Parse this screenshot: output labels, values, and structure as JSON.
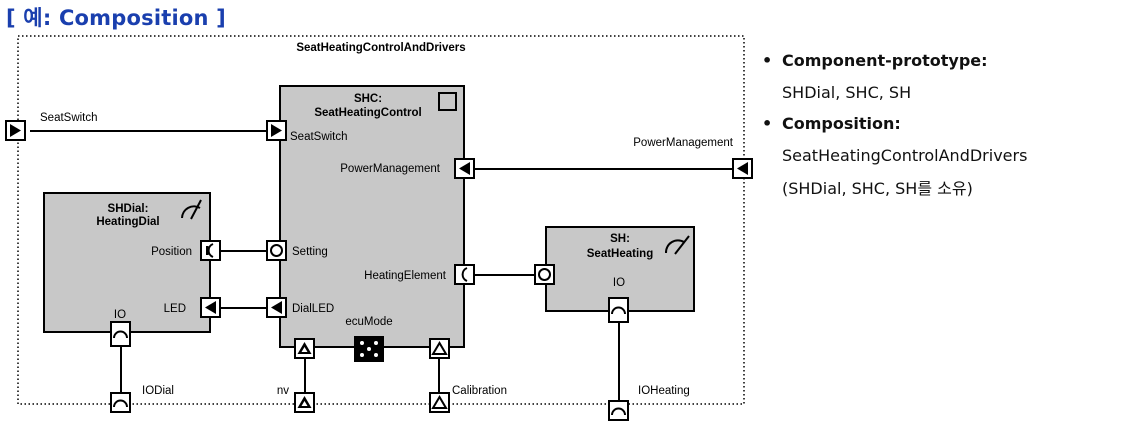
{
  "title": "[ 예: Composition ]",
  "diagram": {
    "composition_name": "SeatHeatingControlAndDrivers",
    "components": {
      "shdial": {
        "name": "SHDial:",
        "type": "HeatingDial"
      },
      "shc": {
        "name": "SHC:",
        "type": "SeatHeatingControl"
      },
      "sh": {
        "name": "SH:",
        "type": "SeatHeating"
      }
    },
    "ports": {
      "seat_switch_outer": "SeatSwitch",
      "seat_switch_inner": "SeatSwitch",
      "power_management_outer": "PowerManagement",
      "power_management_inner": "PowerManagement",
      "position": "Position",
      "led": "LED",
      "shdial_io": "IO",
      "setting": "Setting",
      "dial_led": "DialLED",
      "ecu_mode": "ecuMode",
      "heating_element": "HeatingElement",
      "sh_io": "IO",
      "io_dial": "IODial",
      "nv": "nv",
      "calibration": "Calibration",
      "io_heating": "IOHeating"
    }
  },
  "notes": [
    {
      "bullet": "•",
      "heading": "Component-prototype:",
      "lines": [
        "SHDial, SHC, SH"
      ]
    },
    {
      "bullet": "•",
      "heading": "Composition:",
      "lines": [
        "SeatHeatingControlAndDrivers",
        "(SHDial, SHC, SH를 소유)"
      ]
    }
  ]
}
